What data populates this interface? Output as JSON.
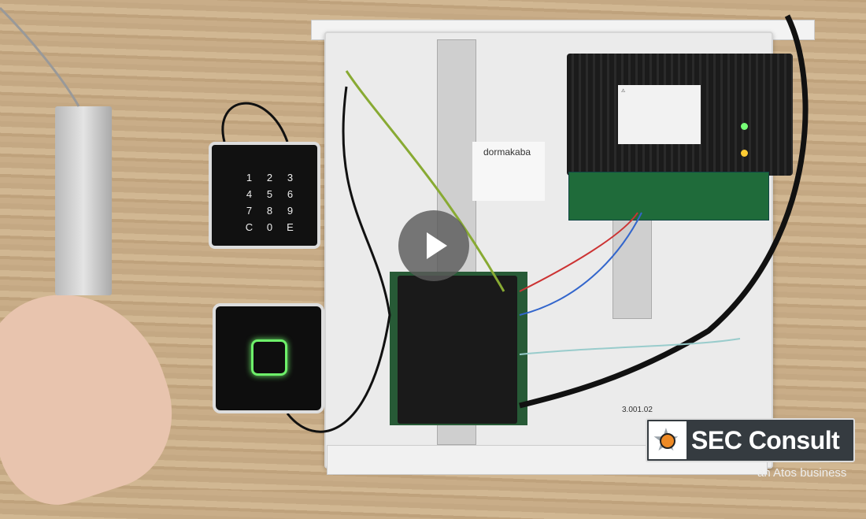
{
  "video": {
    "play_button": "play-icon"
  },
  "scene": {
    "panel_brand": "dormakaba",
    "panel_code": "3.001.02",
    "keypad_keys": [
      "1",
      "2",
      "3",
      "4",
      "5",
      "6",
      "7",
      "8",
      "9",
      "C",
      "0",
      "E"
    ]
  },
  "overlay": {
    "logo_text": "SEC Consult",
    "tagline": "an Atos business",
    "accent": "#ee8a25"
  }
}
